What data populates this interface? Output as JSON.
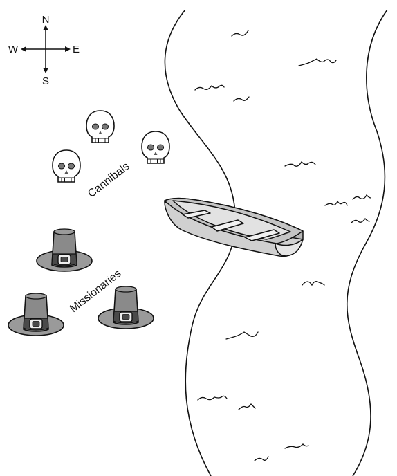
{
  "compass": {
    "north": "N",
    "south": "S",
    "east": "E",
    "west": "W"
  },
  "labels": {
    "cannibals": "Cannibals",
    "missionaries": "Missionaries"
  },
  "icons": {
    "cannibals": "skull-icon",
    "missionaries": "pilgrim-hat-icon",
    "boat": "rowboat-icon",
    "compass": "compass-rose-icon"
  },
  "counts": {
    "cannibals": 3,
    "missionaries": 3
  },
  "colors": {
    "line": "#111111",
    "skull": "#ffffff",
    "hat": "#8c8c8c",
    "hat_band": "#4a4a4a",
    "boat": "#d6d6d6"
  }
}
